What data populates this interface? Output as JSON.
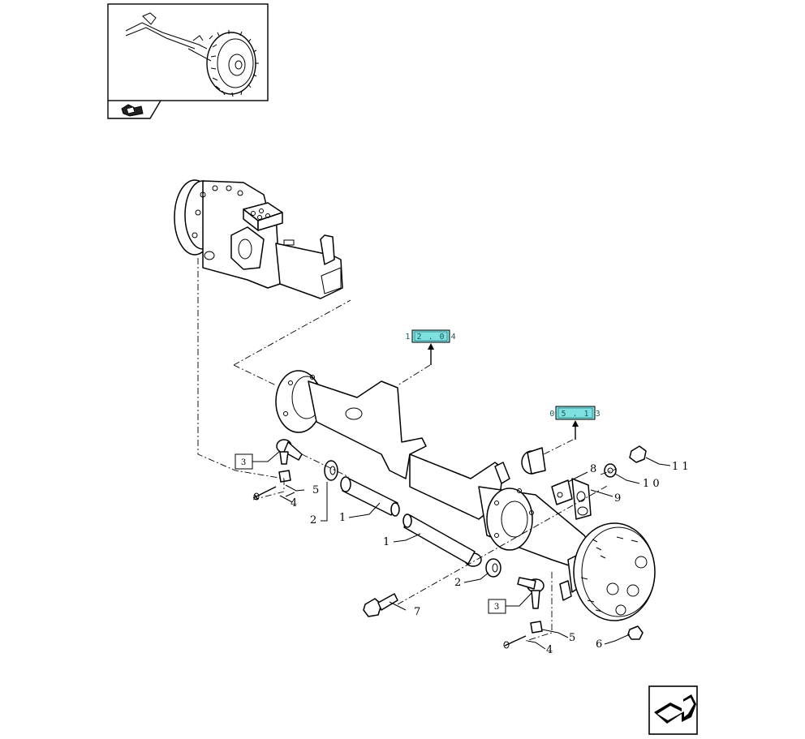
{
  "callouts": {
    "c1a": "1",
    "c1b": "1",
    "c2a": "2",
    "c2b": "2",
    "c3a": "3",
    "c3b": "3",
    "c4a": "4",
    "c4b": "4",
    "c5a": "5",
    "c5b": "5",
    "c6": "6",
    "c7": "7",
    "c8": "8",
    "c9": "9",
    "c10": "1 0",
    "c11": "1 1"
  },
  "references": {
    "ref1": "1 2 . 0 4",
    "ref2": "0 5 . 1 3"
  },
  "colors": {
    "ref_box_fill": "#7fe0e0",
    "line": "#000000"
  },
  "icons": {
    "thumbnail": "tractor-front-axle-thumbnail",
    "book_icon": "manual-book-icon",
    "next_page": "next-page-arrow-icon"
  }
}
